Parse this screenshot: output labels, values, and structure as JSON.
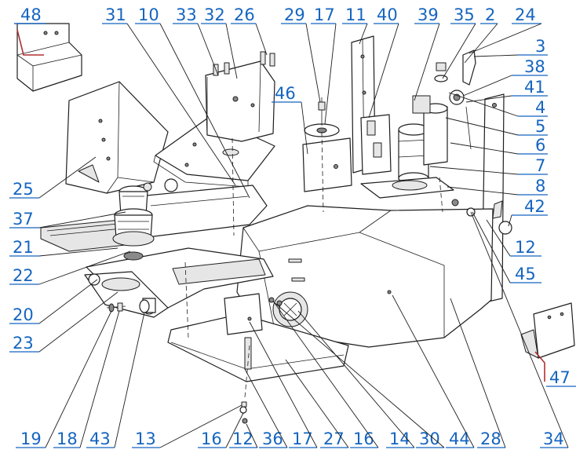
{
  "diagram": {
    "callouts": [
      "48",
      "31",
      "10",
      "33",
      "32",
      "26",
      "29",
      "17",
      "11",
      "40",
      "39",
      "35",
      "2",
      "24",
      "3",
      "38",
      "41",
      "46",
      "4",
      "5",
      "6",
      "7",
      "8",
      "42",
      "25",
      "37",
      "21",
      "22",
      "12",
      "45",
      "20",
      "23",
      "47",
      "19",
      "18",
      "43",
      "13",
      "16",
      "12",
      "36",
      "17",
      "27",
      "16",
      "14",
      "30",
      "44",
      "28",
      "34"
    ],
    "colors": {
      "callout": "#1565c0",
      "line": "#1e1e1e",
      "accent_red": "#b03030"
    }
  }
}
